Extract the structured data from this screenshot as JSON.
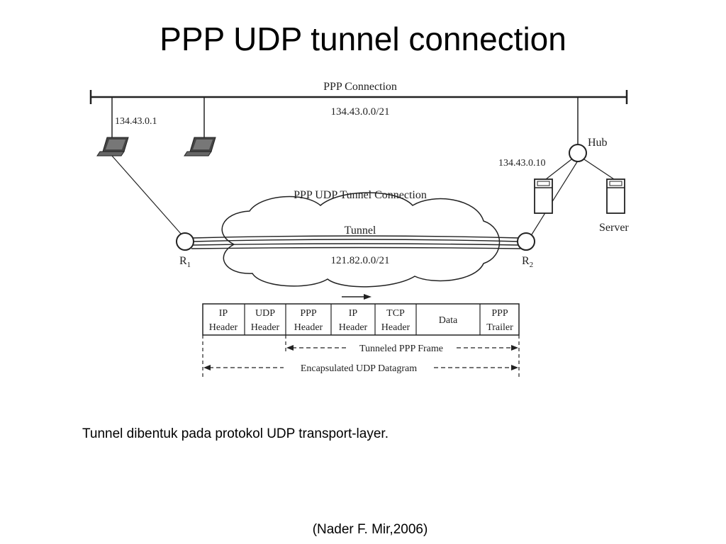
{
  "slide": {
    "title": "PPP UDP tunnel connection",
    "caption": "Tunnel dibentuk pada protokol UDP transport-layer.",
    "citation": "(Nader F. Mir,2006)"
  },
  "diagram": {
    "ppp_connection_label": "PPP Connection",
    "ppp_subnet": "134.43.0.0/21",
    "host_ip": "134.43.0.1",
    "hub_label": "Hub",
    "hub_ip": "134.43.0.10",
    "server_label": "Server",
    "tunnel_connection_label": "PPP UDP Tunnel Connection",
    "tunnel_label": "Tunnel",
    "tunnel_subnet": "121.82.0.0/21",
    "router1": {
      "letter": "R",
      "sub": "1"
    },
    "router2": {
      "letter": "R",
      "sub": "2"
    },
    "packet_fields": [
      {
        "line1": "IP",
        "line2": "Header"
      },
      {
        "line1": "UDP",
        "line2": "Header"
      },
      {
        "line1": "PPP",
        "line2": "Header"
      },
      {
        "line1": "IP",
        "line2": "Header"
      },
      {
        "line1": "TCP",
        "line2": "Header"
      },
      {
        "line1": "Data",
        "line2": ""
      },
      {
        "line1": "PPP",
        "line2": "Trailer"
      }
    ],
    "tunneled_frame_label": "Tunneled PPP Frame",
    "encapsulated_datagram_label": "Encapsulated UDP Datagram"
  },
  "colors": {
    "line": "#222222",
    "screen": "#555555"
  }
}
